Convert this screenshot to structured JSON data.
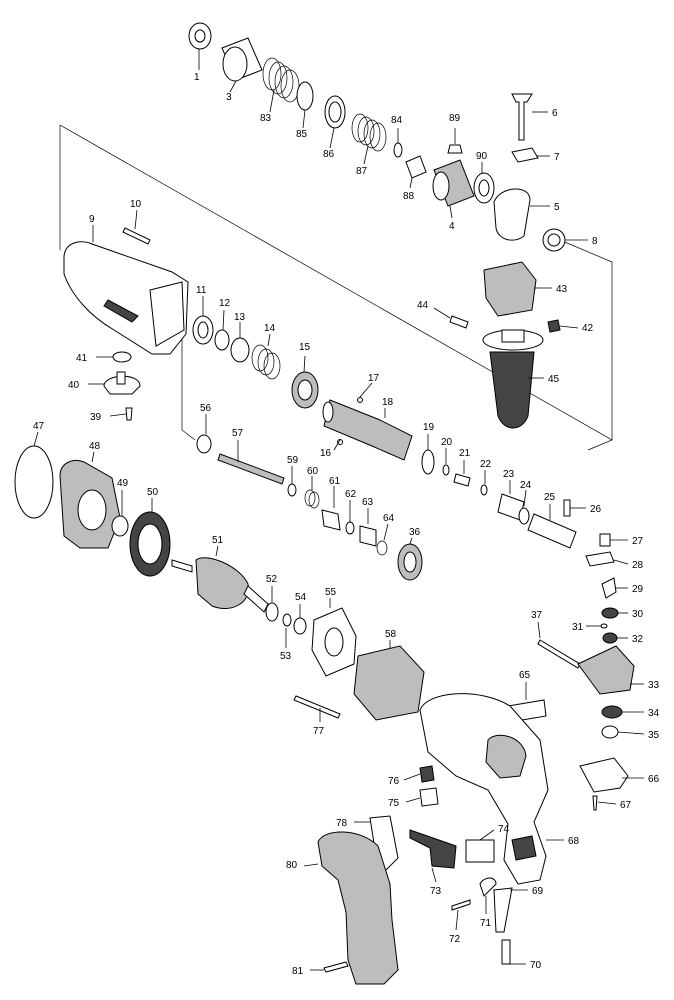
{
  "callouts": [
    "1",
    "3",
    "83",
    "85",
    "86",
    "87",
    "84",
    "89",
    "6",
    "7",
    "90",
    "88",
    "4",
    "5",
    "8",
    "10",
    "9",
    "11",
    "12",
    "13",
    "14",
    "15",
    "17",
    "18",
    "43",
    "44",
    "42",
    "45",
    "41",
    "40",
    "39",
    "16",
    "19",
    "20",
    "21",
    "22",
    "23",
    "24",
    "25",
    "26",
    "56",
    "57",
    "47",
    "48",
    "49",
    "50",
    "59",
    "60",
    "61",
    "62",
    "63",
    "64",
    "36",
    "27",
    "28",
    "29",
    "30",
    "31",
    "32",
    "37",
    "33",
    "51",
    "52",
    "54",
    "55",
    "53",
    "58",
    "65",
    "34",
    "35",
    "77",
    "76",
    "75",
    "66",
    "67",
    "74",
    "68",
    "78",
    "80",
    "73",
    "69",
    "71",
    "72",
    "81",
    "70"
  ]
}
